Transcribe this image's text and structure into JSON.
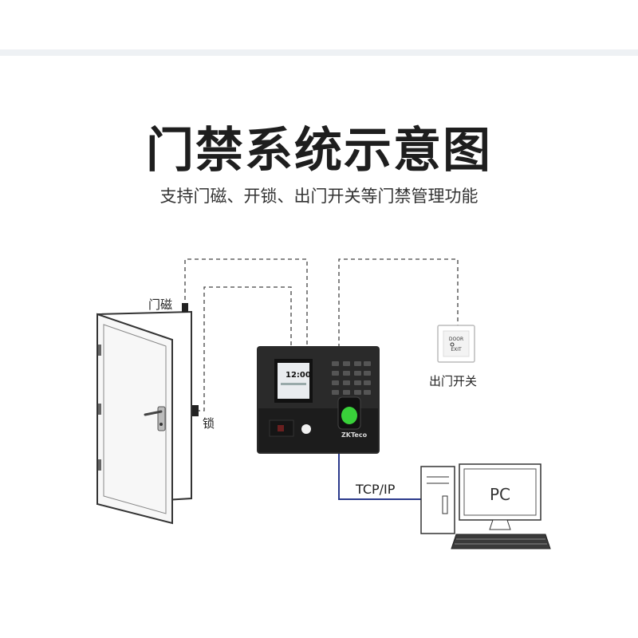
{
  "header": {
    "title": "门禁系统示意图",
    "subtitle": "支持门磁、开锁、出门开关等门禁管理功能"
  },
  "labels": {
    "door_sensor": "门磁",
    "lock": "锁",
    "exit_button": "出门开关",
    "connection": "TCP/IP",
    "computer": "PC"
  },
  "device": {
    "screen_time": "12:00",
    "brand": "ZKTeco"
  },
  "exit_button_text": {
    "top": "DOOR",
    "bottom": "EXIT"
  },
  "colors": {
    "connection_line": "#2b3a8c",
    "device_body": "#2a2a2a",
    "fingerprint": "#39d13a"
  }
}
